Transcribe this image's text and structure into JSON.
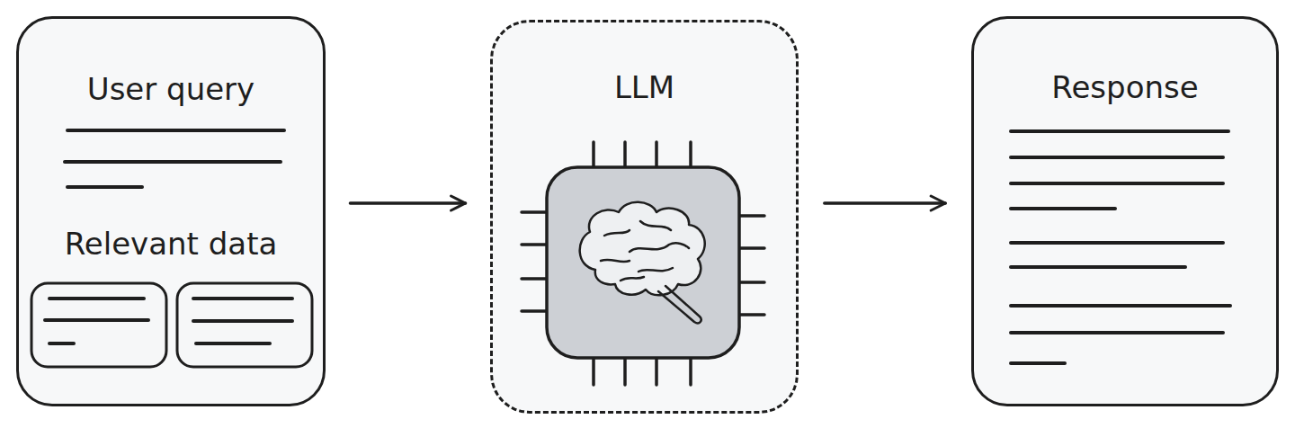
{
  "diagram": {
    "nodes": [
      {
        "text": [
          "User query",
          "Relevant data"
        ]
      },
      {
        "text": [
          "LLM"
        ]
      },
      {
        "text": [
          "Response"
        ]
      }
    ],
    "edges": [
      {
        "from": 0,
        "to": 1,
        "arrow": "to"
      },
      {
        "from": 1,
        "to": 2,
        "arrow": "to"
      }
    ]
  }
}
